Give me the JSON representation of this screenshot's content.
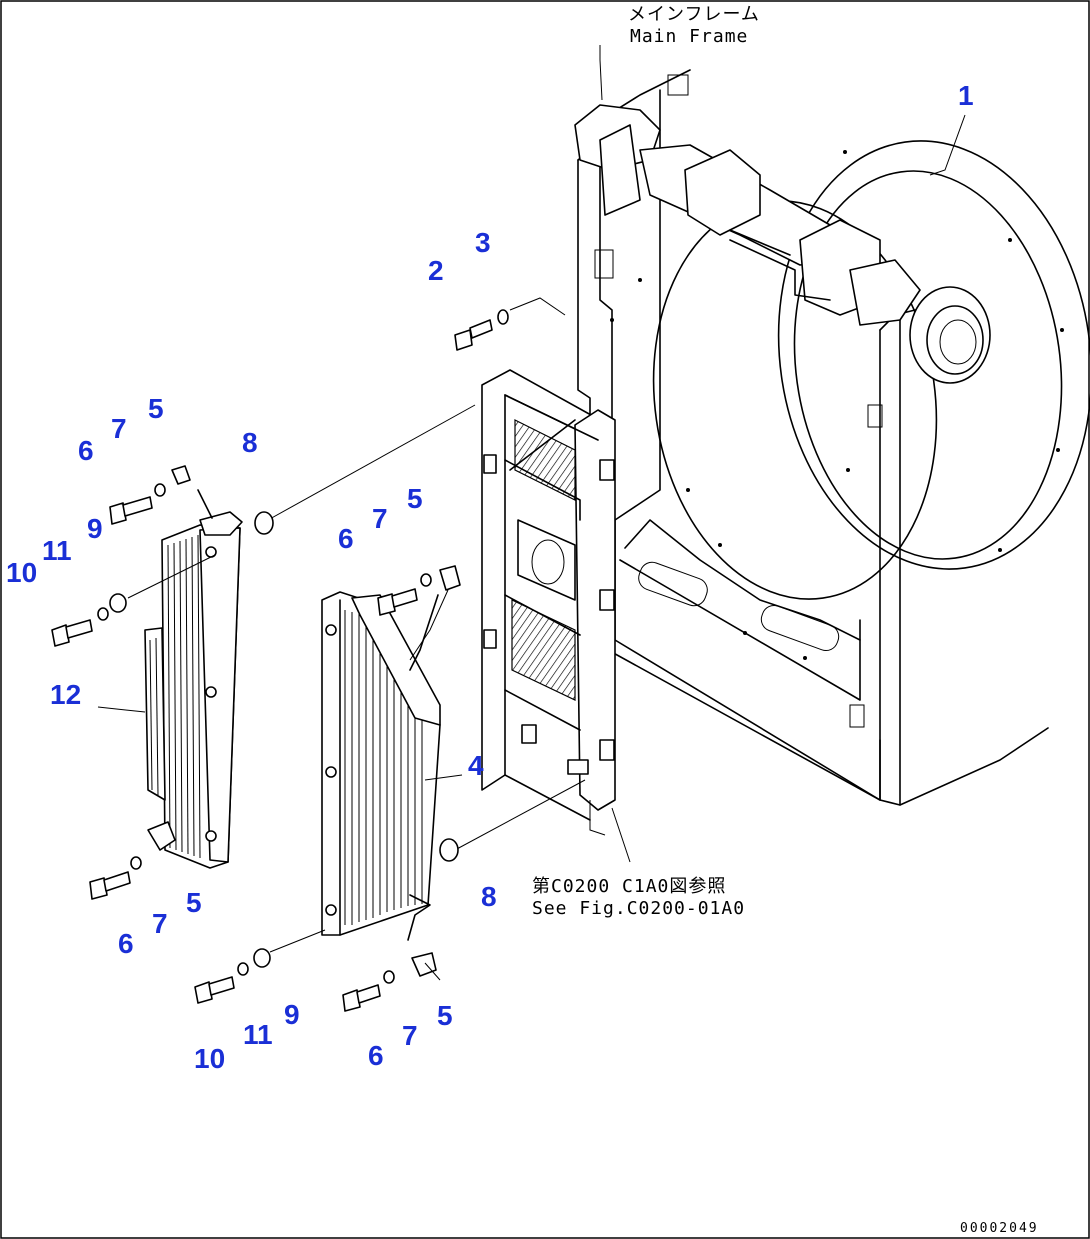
{
  "notes": {
    "main_frame_jp": "メインフレーム",
    "main_frame_en": "Main Frame",
    "see_fig_jp": "第C0200 C1A0図参照",
    "see_fig_en": "See Fig.C0200-01A0",
    "doc_number": "00002049"
  },
  "callouts": {
    "c1": "1",
    "c2": "2",
    "c3": "3",
    "c4": "4",
    "c5a": "5",
    "c5b": "5",
    "c5c": "5",
    "c5d": "5",
    "c6a": "6",
    "c6b": "6",
    "c6c": "6",
    "c6d": "6",
    "c7a": "7",
    "c7b": "7",
    "c7c": "7",
    "c7d": "7",
    "c8a": "8",
    "c8b": "8",
    "c9a": "9",
    "c9b": "9",
    "c10a": "10",
    "c10b": "10",
    "c11a": "11",
    "c11b": "11",
    "c12": "12"
  },
  "colors": {
    "callout": "#1a2fd6",
    "line": "#000000",
    "background": "#ffffff"
  }
}
